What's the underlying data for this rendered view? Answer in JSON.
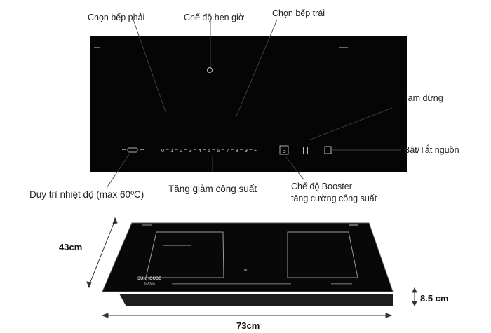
{
  "callouts": {
    "right_burner": "Chọn bếp phải",
    "timer": "Chế độ hẹn giờ",
    "left_burner": "Chọn bếp trái",
    "pause": "Tạm dừng",
    "power": "Bật/Tắt nguồn",
    "keep_warm": "Duy trì nhiệt độ (max 60ºC)",
    "power_adjust": "Tăng giảm công suất",
    "booster_line1": "Chế độ Booster",
    "booster_line2": "tăng cường công suất"
  },
  "slider_digits": [
    "0",
    "1",
    "2",
    "3",
    "4",
    "5",
    "6",
    "7",
    "8",
    "9",
    "+"
  ],
  "booster_symbol": "B",
  "dimensions": {
    "depth": "43cm",
    "width": "73cm",
    "height": "8.5 cm"
  },
  "product": {
    "brand": "SUNHOUSE",
    "sub_brand": "MAMA"
  },
  "colors": {
    "glass": "#050505",
    "zone_line": "#9a9a9a",
    "leader_line": "#444444"
  }
}
